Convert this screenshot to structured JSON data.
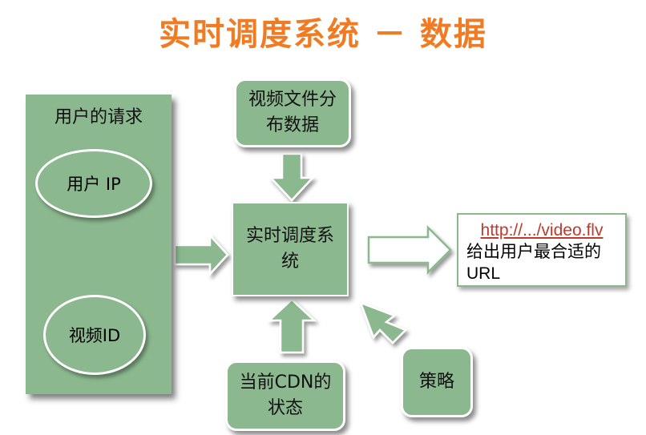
{
  "title": "实时调度系统 － 数据",
  "colors": {
    "title": "#f07b22",
    "box_fill": "#8bb88e",
    "box_border": "#ffffff",
    "link": "#c0392b"
  },
  "user_request": {
    "label": "用户的请求",
    "items": [
      "用户 IP",
      "视频ID"
    ]
  },
  "file_distribution": "视频文件分布数据",
  "scheduler": "实时调度系统",
  "cdn_status": "当前CDN的状态",
  "strategy": "策略",
  "output": {
    "link": "http://.../video.flv",
    "description": "给出用户最合适的URL"
  }
}
